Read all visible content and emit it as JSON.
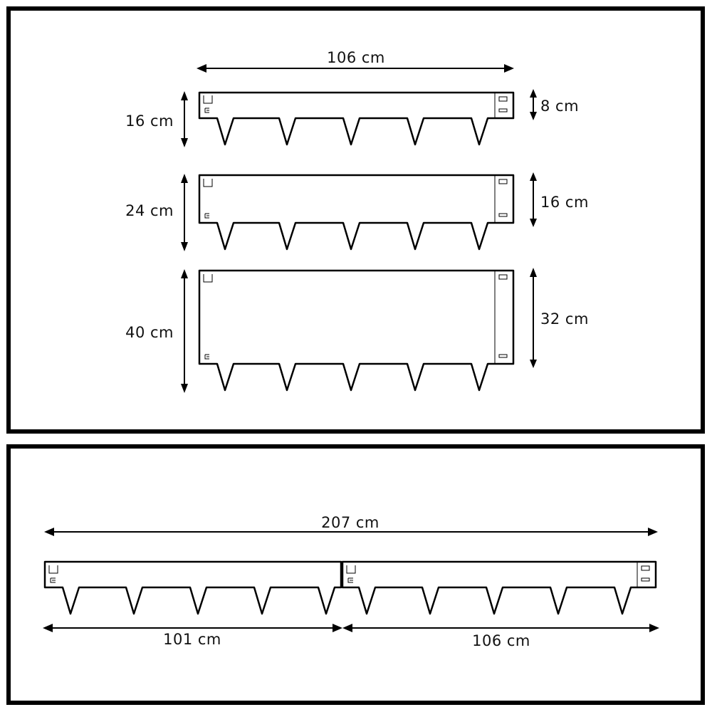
{
  "top_panel": {
    "width_label": "106 cm",
    "edgings": [
      {
        "total_label": "16 cm",
        "panel_label": "8 cm"
      },
      {
        "total_label": "24 cm",
        "panel_label": "16 cm"
      },
      {
        "total_label": "40 cm",
        "panel_label": "32 cm"
      }
    ]
  },
  "bottom_panel": {
    "total_label": "207 cm",
    "left_label": "101 cm",
    "right_label": "106 cm"
  }
}
